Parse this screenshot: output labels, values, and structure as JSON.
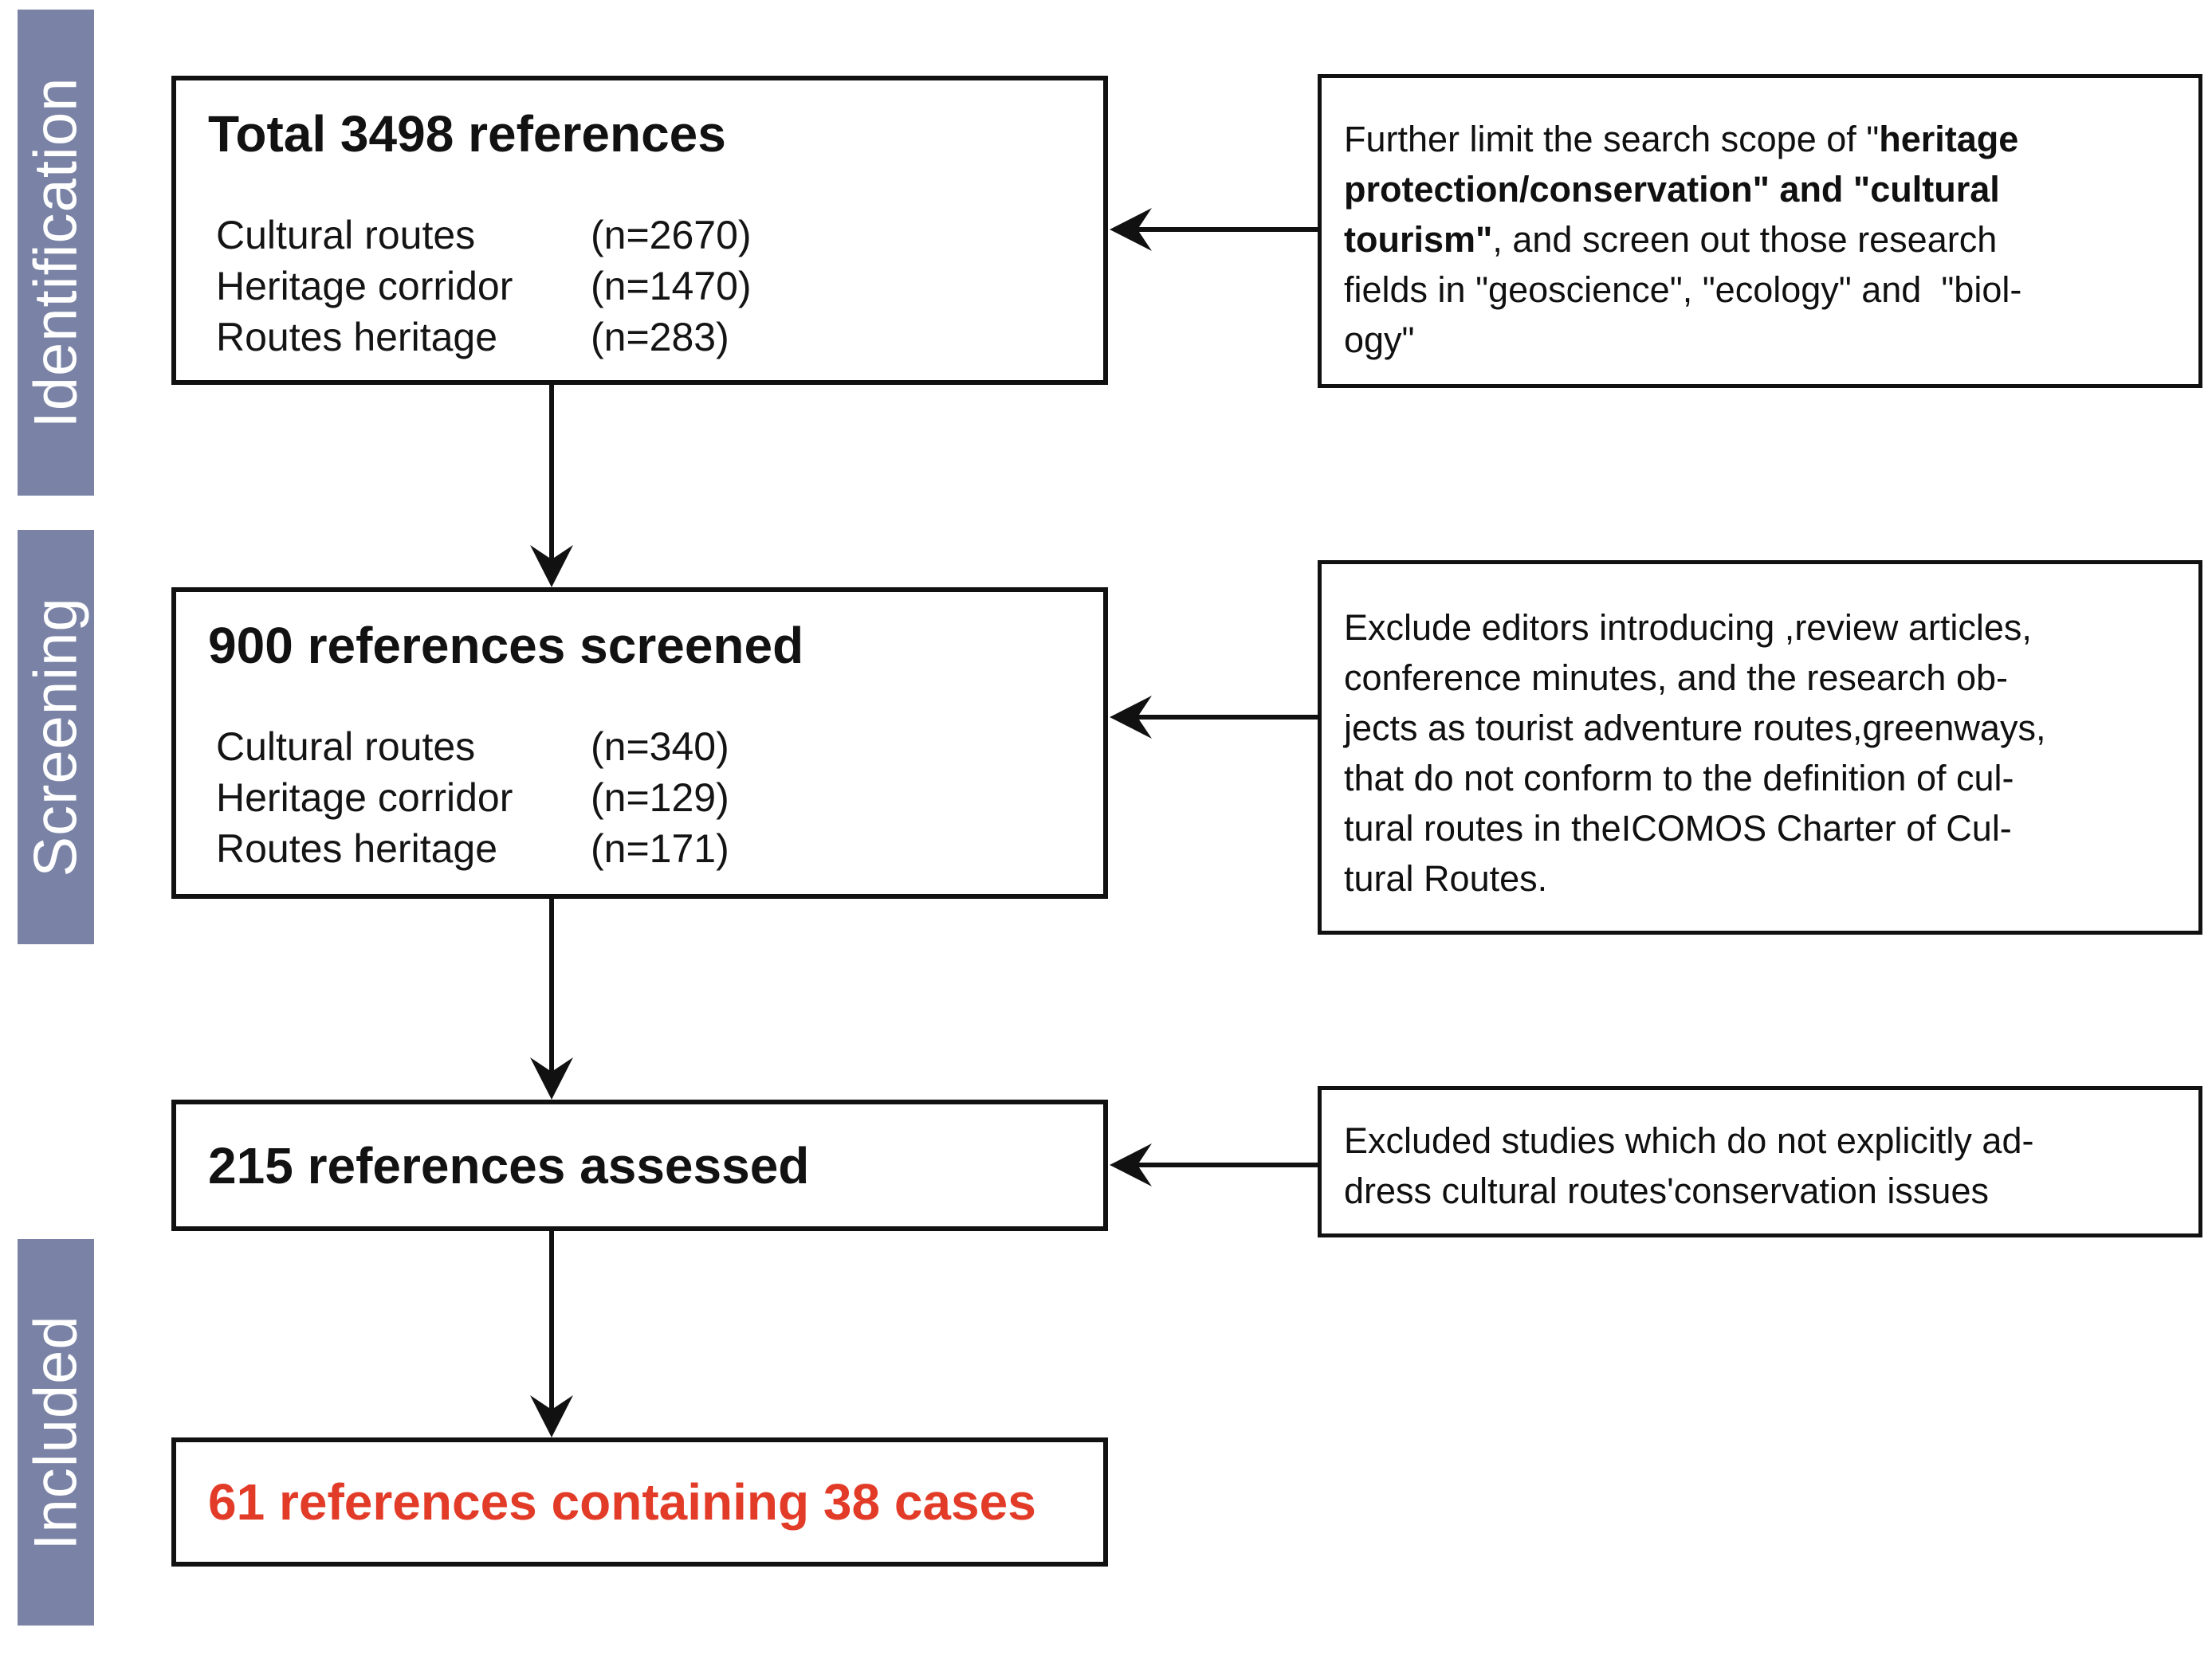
{
  "colors": {
    "sidebar": "#7a83a5",
    "accent": "#e23c29",
    "border": "#111111",
    "text": "#141414"
  },
  "sidebar": {
    "stages": [
      {
        "label": "Identification"
      },
      {
        "label": "Screening"
      },
      {
        "label": "Included"
      }
    ]
  },
  "flow": {
    "box1": {
      "title": "Total 3498 references",
      "items": [
        {
          "label": "Cultural routes",
          "count": "(n=2670)"
        },
        {
          "label": "Heritage corridor",
          "count": "(n=1470)"
        },
        {
          "label": "Routes heritage",
          "count": "(n=283)"
        }
      ]
    },
    "box2": {
      "title": "900 references screened",
      "items": [
        {
          "label": "Cultural routes",
          "count": "(n=340)"
        },
        {
          "label": "Heritage corridor",
          "count": "(n=129)"
        },
        {
          "label": "Routes heritage",
          "count": "(n=171)"
        }
      ]
    },
    "box3": {
      "title": "215 references assessed"
    },
    "box4": {
      "title": "61 references containing 38 cases"
    }
  },
  "notes": {
    "note1": {
      "lines": [
        [
          {
            "t": "Further limit the search scope of \"",
            "b": 0
          },
          {
            "t": "heritage",
            "b": 1
          }
        ],
        [
          {
            "t": "protection/conservation\" and \"cultural",
            "b": 1
          }
        ],
        [
          {
            "t": "tourism\"",
            "b": 1
          },
          {
            "t": ", and screen out those research",
            "b": 0
          }
        ],
        [
          {
            "t": "fields in \"geoscience\", \"ecology\" and  \"biol-",
            "b": 0
          }
        ],
        [
          {
            "t": "ogy\"",
            "b": 0
          }
        ]
      ]
    },
    "note2": {
      "lines": [
        "Exclude editors introducing ,review articles,",
        "conference minutes, and the research ob-",
        "jects as tourist adventure routes,greenways,",
        "that do not conform to the definition of cul-",
        "tural routes in theICOMOS Charter of Cul-",
        "tural Routes."
      ]
    },
    "note3": {
      "lines": [
        "Excluded studies which do not explicitly ad-",
        "dress cultural routes'conservation issues"
      ]
    }
  }
}
